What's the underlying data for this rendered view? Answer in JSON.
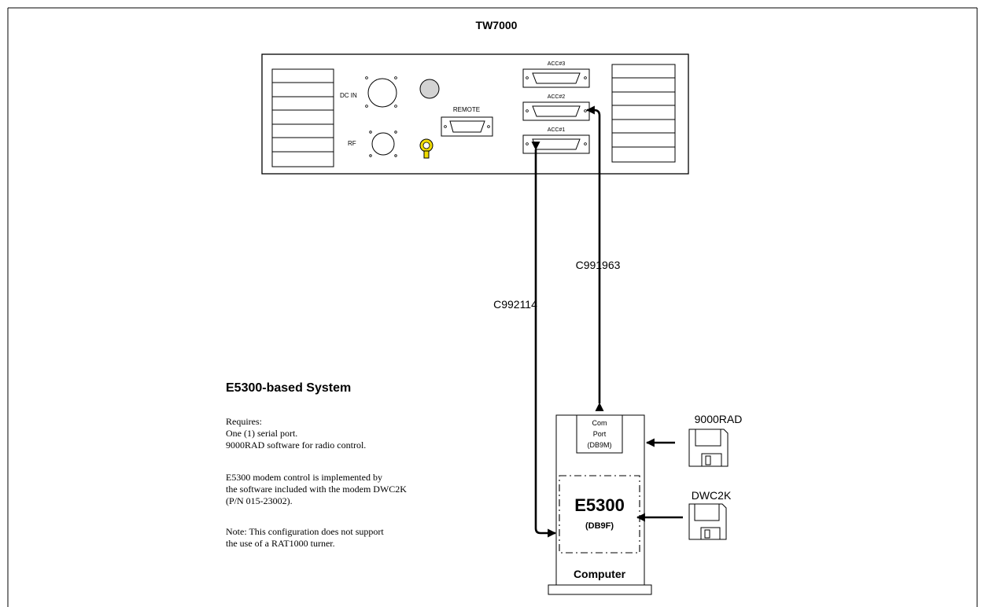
{
  "panel": {
    "title": "TW7000",
    "labels": {
      "dc_in": "DC IN",
      "rf": "RF",
      "remote": "REMOTE",
      "acc3": "ACC#3",
      "acc2": "ACC#2",
      "acc1": "ACC#1"
    }
  },
  "cables": {
    "acc1_cable": "C992114",
    "acc2_cable": "C991963"
  },
  "system": {
    "heading": "E5300-based System",
    "requires_label": "Requires:",
    "requires_items": [
      "One (1) serial port.",
      "9000RAD software for radio control."
    ],
    "modem_note_lines": [
      "E5300 modem control is implemented by",
      "the software included with the modem DWC2K",
      "(P/N 015-23002)."
    ],
    "note_lines": [
      "Note: This configuration does not support",
      "the use of a RAT1000 turner."
    ]
  },
  "computer": {
    "label": "Computer",
    "com_port_lines": [
      "Com",
      "Port",
      "(DB9M)"
    ],
    "modem_name": "E5300",
    "modem_connector": "(DB9F)"
  },
  "software": {
    "disk1": "9000RAD",
    "disk2": "DWC2K"
  },
  "colors": {
    "ground_lug": "#f0dc00",
    "knob": "#d3d3d3",
    "line": "#000000"
  }
}
